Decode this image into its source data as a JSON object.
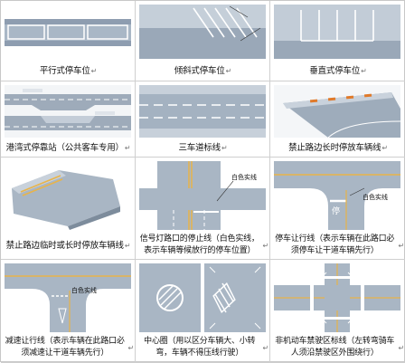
{
  "captions": {
    "parallel_parking": "平行式停车位",
    "diagonal_parking": "倾斜式停车位",
    "vertical_parking": "垂直式停车位",
    "bus_bay": "港湾式停靠站（公共客车专用）",
    "three_lane_line": "三车道标线",
    "no_long_parking": "禁止路边长时停放车辆线",
    "no_temp_parking": "禁止路边临时或长时停放车辆线",
    "signal_stop_line": "信号灯路口的停止线（白色实线，表示车辆等候放行的停车位置）",
    "stop_yield_line": "停车让行线（表示车辆在此路口必须停车让干道车辆先行）",
    "slow_yield_line": "减速让行线（表示车辆在此路口必须减速让干道车辆先行）",
    "center_circle": "中心圈（用以区分车辆大、小转弯，车辆不得压线行驶）",
    "non_motor_boundary": "非机动车禁驶区标线（左转弯骑车人须沿禁驶区外围绕行）"
  },
  "annotations": {
    "white_solid_line": "白色实线",
    "white_solid_line_short": "白色实线"
  },
  "return_mark": "↵",
  "colors": {
    "road": "#8a97a6",
    "road_light": "#b9c4d0",
    "marking": "#ffffff",
    "yellow": "#e8b44a",
    "orange": "#e07a2a"
  }
}
